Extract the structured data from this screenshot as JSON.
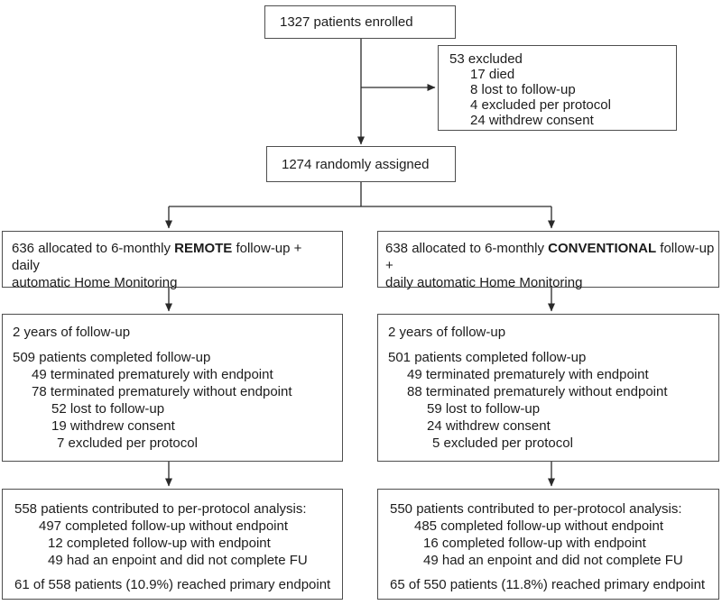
{
  "diagram": {
    "enrolled": {
      "text": "1327 patients enrolled"
    },
    "excluded": {
      "lines": [
        "53 excluded",
        "17 died",
        "8 lost to follow-up",
        "4 excluded per protocol",
        "24 withdrew consent"
      ]
    },
    "randomized": {
      "text": "1274 randomly assigned"
    },
    "remote_allocation": {
      "line1_prefix": "636 allocated to 6-monthly ",
      "line1_bold": "REMOTE",
      "line1_suffix": " follow-up +  daily",
      "line2": "automatic Home Monitoring"
    },
    "conventional_allocation": {
      "line1_prefix": "638 allocated to 6-monthly ",
      "line1_bold": "CONVENTIONAL",
      "line1_suffix": " follow-up +",
      "line2": "daily automatic Home Monitoring"
    },
    "remote_followup": {
      "title": "2 years of follow-up",
      "lines": [
        "509 patients completed follow-up",
        "49 terminated prematurely with endpoint",
        "78 terminated prematurely without endpoint",
        "52 lost to follow-up",
        "19 withdrew consent",
        "7 excluded per protocol"
      ]
    },
    "conventional_followup": {
      "title": "2 years of follow-up",
      "lines": [
        "501 patients completed follow-up",
        "49 terminated prematurely with endpoint",
        "88 terminated prematurely without endpoint",
        "59 lost to follow-up",
        "24 withdrew consent",
        "5 excluded per protocol"
      ]
    },
    "remote_perprotocol": {
      "lines": [
        "558 patients contributed to per-protocol analysis:",
        "497 completed follow-up without endpoint",
        "12 completed follow-up with endpoint",
        "49 had an enpoint and did not complete FU"
      ],
      "result": "61 of 558 patients (10.9%) reached primary endpoint"
    },
    "conventional_perprotocol": {
      "lines": [
        "550 patients contributed to per-protocol analysis:",
        "485 completed follow-up without endpoint",
        "16 completed follow-up with endpoint",
        "49 had an enpoint and did not complete FU"
      ],
      "result": "65 of 550 patients (11.8%) reached primary endpoint"
    }
  },
  "colors": {
    "background": "#ffffff",
    "box_border": "#4e4e4e",
    "text": "#1c1c1c",
    "arrow": "#2a2a2a"
  }
}
